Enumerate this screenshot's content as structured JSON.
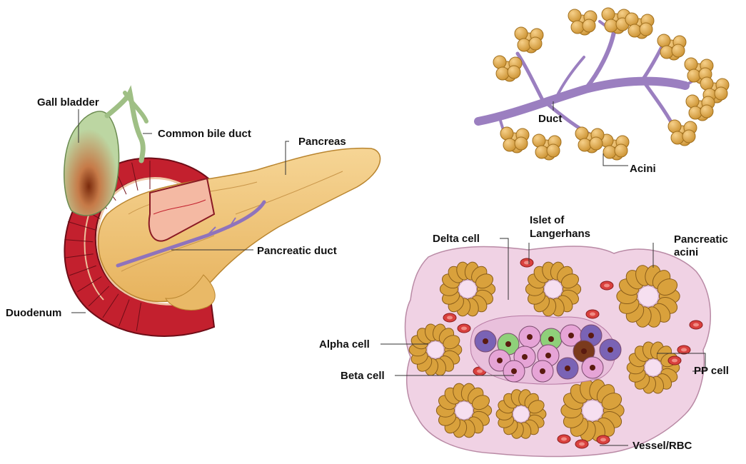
{
  "labels": {
    "gall_bladder": "Gall bladder",
    "common_bile_duct": "Common bile duct",
    "pancreas": "Pancreas",
    "pancreatic_duct": "Pancreatic duct",
    "duodenum": "Duodenum",
    "duct": "Duct",
    "acini": "Acini",
    "islet_line1": "Islet of",
    "islet_line2": "Langerhans",
    "delta_cell": "Delta cell",
    "pancreatic_acini_line1": "Pancreatic",
    "pancreatic_acini_line2": "acini",
    "alpha_cell": "Alpha cell",
    "beta_cell": "Beta cell",
    "pp_cell": "PP cell",
    "vessel_rbc": "Vessel/RBC"
  },
  "colors": {
    "gallbladder": "#a9c98e",
    "duodenum": "#c3202e",
    "pancreas": "#efc27a",
    "duct": "#9b7fc0",
    "acinus": "#d9a13c",
    "islet_bg": "#e9c0dc",
    "alpha": "#8fd07a",
    "beta": "#e6a4d6",
    "delta": "#7a63b5",
    "pp": "#7a3a1c",
    "rbc": "#d9413e"
  }
}
